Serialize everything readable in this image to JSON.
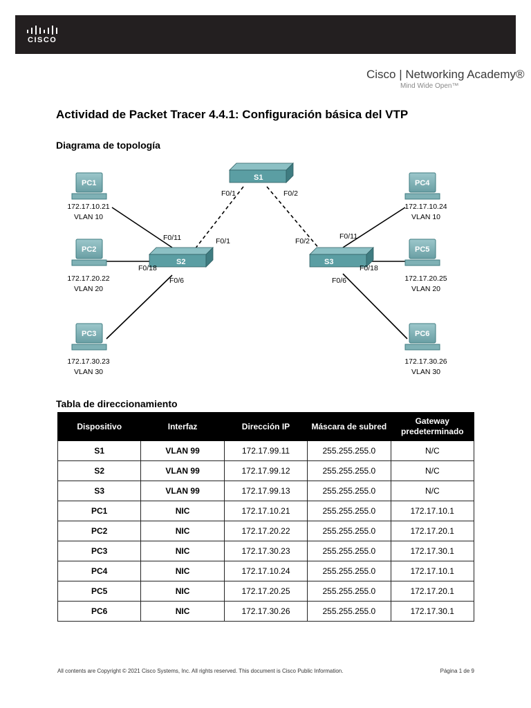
{
  "header": {
    "logo_text": "CISCO",
    "academy_brand": "Cisco | Networking Academy®",
    "academy_tagline": "Mind Wide Open™",
    "colors": {
      "banner": "#231f20",
      "device_teal": "#5b9ea3",
      "table_header": "#000000"
    }
  },
  "title": "Actividad de Packet Tracer 4.4.1: Configuración básica del VTP",
  "topology": {
    "heading": "Diagrama de topología",
    "switches": [
      "S1",
      "S2",
      "S3"
    ],
    "pcs": [
      {
        "name": "PC1",
        "ip": "172.17.10.21",
        "vlan": "VLAN 10"
      },
      {
        "name": "PC2",
        "ip": "172.17.20.22",
        "vlan": "VLAN 20"
      },
      {
        "name": "PC3",
        "ip": "172.17.30.23",
        "vlan": "VLAN 30"
      },
      {
        "name": "PC4",
        "ip": "172.17.10.24",
        "vlan": "VLAN 10"
      },
      {
        "name": "PC5",
        "ip": "172.17.20.25",
        "vlan": "VLAN 20"
      },
      {
        "name": "PC6",
        "ip": "172.17.30.26",
        "vlan": "VLAN 30"
      }
    ],
    "port_labels": {
      "s1_left": "F0/1",
      "s1_right": "F0/2",
      "s2_uplink": "F0/1",
      "s2_pc1": "F0/11",
      "s2_pc2": "F0/18",
      "s2_pc3": "F0/6",
      "s3_uplink": "F0/2",
      "s3_pc4": "F0/11",
      "s3_pc5": "F0/18",
      "s3_pc6": "F0/6"
    }
  },
  "addressing": {
    "heading": "Tabla de direccionamiento",
    "columns": [
      "Dispositivo",
      "Interfaz",
      "Dirección IP",
      "Máscara de subred",
      "Gateway predeterminado"
    ],
    "rows": [
      [
        "S1",
        "VLAN 99",
        "172.17.99.11",
        "255.255.255.0",
        "N/C"
      ],
      [
        "S2",
        "VLAN 99",
        "172.17.99.12",
        "255.255.255.0",
        "N/C"
      ],
      [
        "S3",
        "VLAN 99",
        "172.17.99.13",
        "255.255.255.0",
        "N/C"
      ],
      [
        "PC1",
        "NIC",
        "172.17.10.21",
        "255.255.255.0",
        "172.17.10.1"
      ],
      [
        "PC2",
        "NIC",
        "172.17.20.22",
        "255.255.255.0",
        "172.17.20.1"
      ],
      [
        "PC3",
        "NIC",
        "172.17.30.23",
        "255.255.255.0",
        "172.17.30.1"
      ],
      [
        "PC4",
        "NIC",
        "172.17.10.24",
        "255.255.255.0",
        "172.17.10.1"
      ],
      [
        "PC5",
        "NIC",
        "172.17.20.25",
        "255.255.255.0",
        "172.17.20.1"
      ],
      [
        "PC6",
        "NIC",
        "172.17.30.26",
        "255.255.255.0",
        "172.17.30.1"
      ]
    ]
  },
  "footer": {
    "copyright": "All contents are Copyright © 2021 Cisco Systems, Inc. All rights reserved. This document is Cisco Public Information.",
    "page": "Página 1 de 9"
  }
}
